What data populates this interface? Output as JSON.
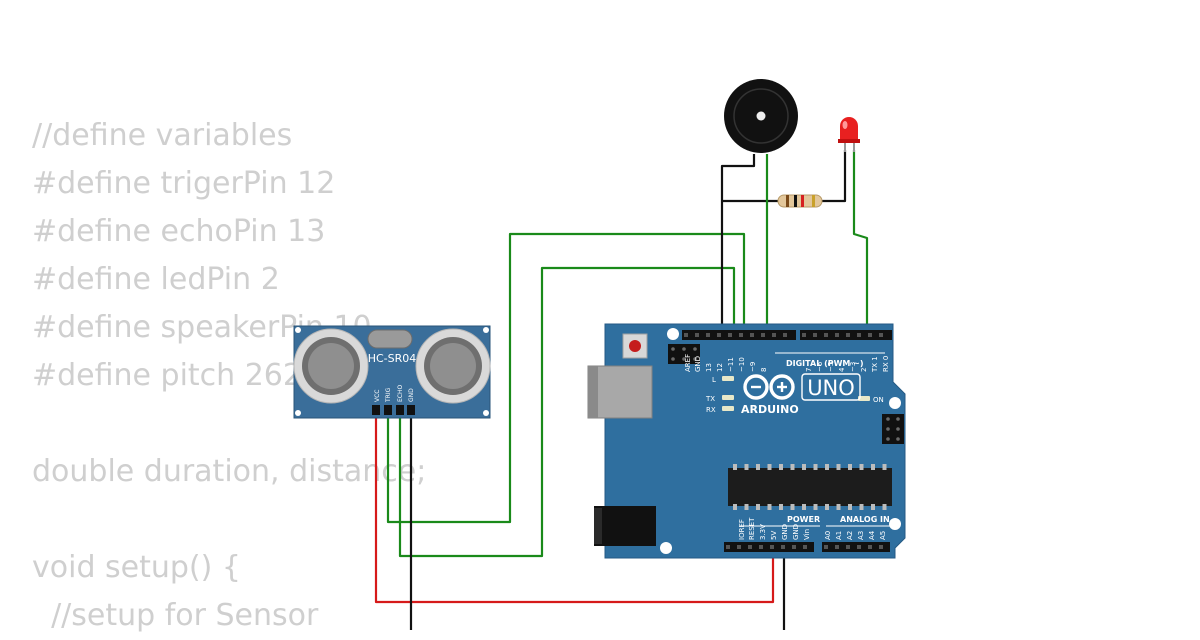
{
  "code_lines": [
    "//define variables",
    "#define trigerPin 12",
    "#define echoPin 13",
    "#define ledPin 2",
    "#define speakerPin 10",
    "#define pitch 262",
    "",
    "double duration, distance;",
    "",
    "void setup() {",
    "  //setup for Sensor"
  ],
  "sensor": {
    "model": "HC-SR04",
    "pins": [
      "VCC",
      "TRIG",
      "ECHO",
      "GND"
    ]
  },
  "board": {
    "brand": "ARDUINO",
    "model": "UNO",
    "digital_header_label": "DIGITAL (PWM ~)",
    "digital_pins": [
      "AREF",
      "GND",
      "13",
      "12",
      "~11",
      "~10",
      "~9",
      "8",
      "7",
      "~6",
      "~5",
      "4",
      "~3",
      "2",
      "TX 1",
      "RX 0"
    ],
    "power_label": "POWER",
    "power_pins": [
      "IOREF",
      "RESET",
      "3.3V",
      "5V",
      "GND",
      "GND",
      "Vin"
    ],
    "analog_label": "ANALOG IN",
    "analog_pins": [
      "A0",
      "A1",
      "A2",
      "A3",
      "A4",
      "A5"
    ],
    "led_labels": [
      "L",
      "TX",
      "RX"
    ],
    "on_label": "ON"
  },
  "colors": {
    "board": "#2f6f9f",
    "wire_green": "#1a8a1a",
    "wire_red": "#d61a1a",
    "wire_black": "#111111",
    "led_red": "#e82020",
    "code_text": "#cfcfcf"
  }
}
